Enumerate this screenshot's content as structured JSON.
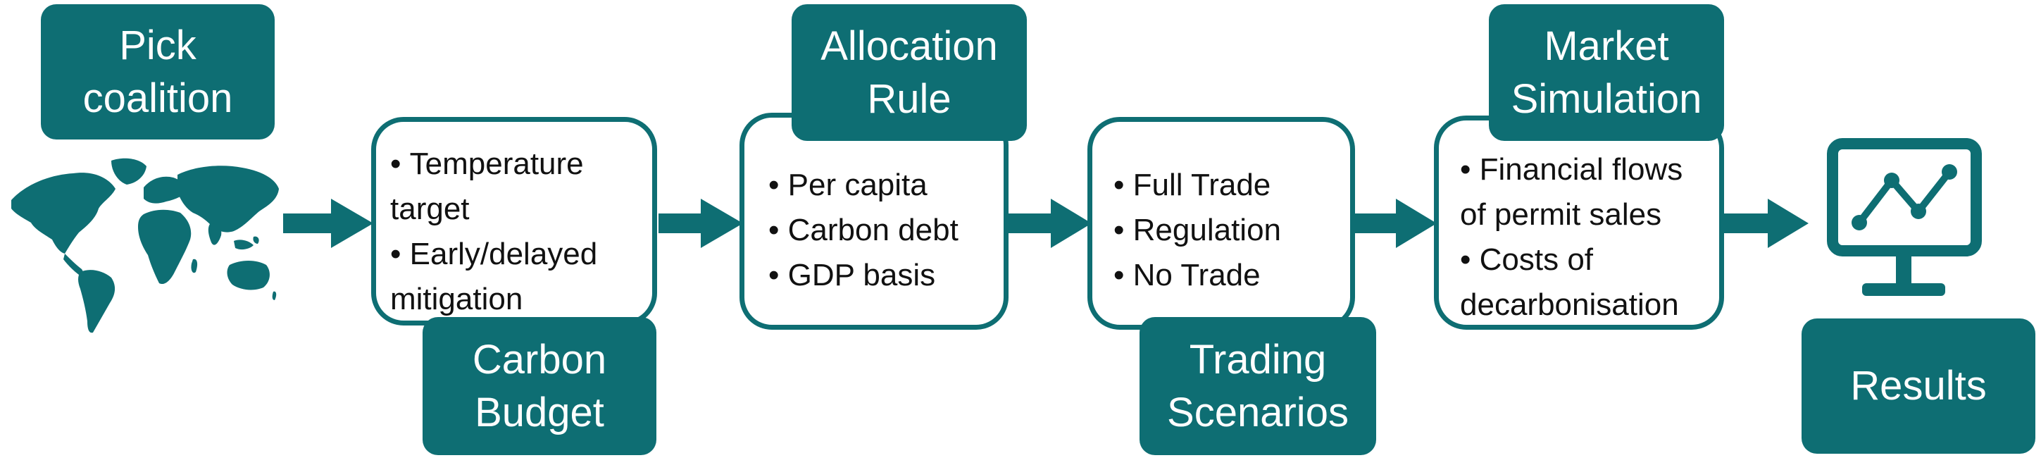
{
  "colors": {
    "teal": "#0e6e73",
    "text": "#111111",
    "card_bg": "#ffffff"
  },
  "stages": [
    {
      "label": "Pick\ncoalition",
      "icon": "world-map-icon"
    },
    {
      "label": "Carbon\nBudget",
      "items": [
        "Temperature target",
        "Early/delayed mitigation"
      ]
    },
    {
      "label": "Allocation\nRule",
      "items": [
        "Per capita",
        "Carbon debt",
        "GDP basis"
      ]
    },
    {
      "label": "Trading\nScenarios",
      "items": [
        "Full Trade",
        "Regulation",
        "No Trade"
      ]
    },
    {
      "label": "Market\nSimulation",
      "items": [
        "Financial flows of permit sales",
        "Costs of decarbonisation"
      ]
    },
    {
      "label": "Results",
      "icon": "monitor-chart-icon"
    }
  ]
}
